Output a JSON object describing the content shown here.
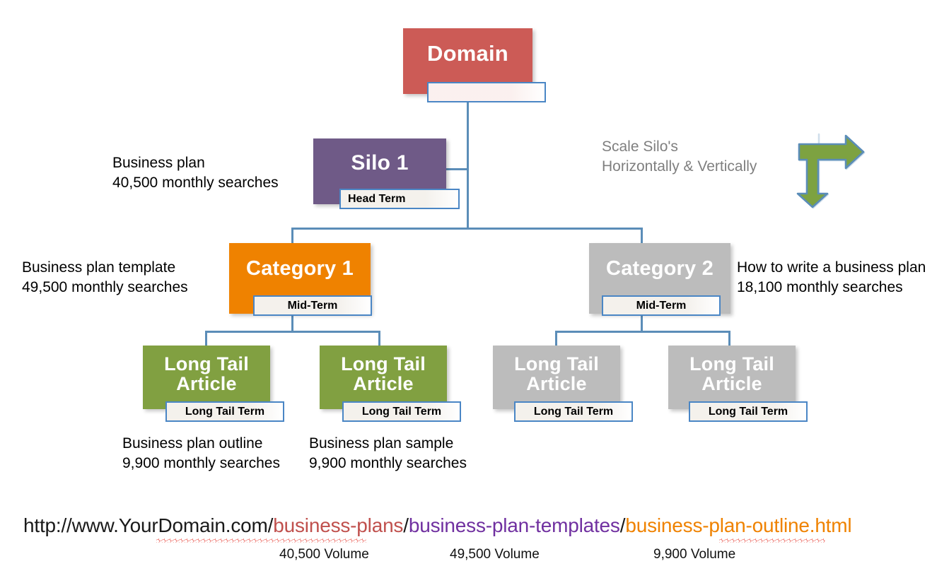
{
  "diagram": {
    "nodes": {
      "domain": {
        "title": "Domain",
        "chip": ""
      },
      "silo1": {
        "title": "Silo 1",
        "chip": "Head Term"
      },
      "category1": {
        "title": "Category 1",
        "chip": "Mid-Term"
      },
      "category2": {
        "title": "Category 2",
        "chip": "Mid-Term"
      },
      "article1": {
        "title": "Long Tail\nArticle",
        "chip": "Long Tail Term"
      },
      "article2": {
        "title": "Long Tail\nArticle",
        "chip": "Long Tail Term"
      },
      "article3": {
        "title": "Long Tail\nArticle",
        "chip": "Long Tail Term"
      },
      "article4": {
        "title": "Long Tail\nArticle",
        "chip": "Long Tail Term"
      }
    },
    "annotations": {
      "silo1": "Business plan\n40,500 monthly searches",
      "category1": "Business plan template\n49,500 monthly searches",
      "category2": "How to write a business plan\n18,100 monthly searches",
      "article1": "Business plan outline\n9,900 monthly searches",
      "article2": "Business plan sample\n9,900 monthly searches"
    },
    "scale_note": "Scale Silo's\nHorizontally & Vertically",
    "colors": {
      "domain": "#cc5b56",
      "silo": "#6f5a87",
      "category1": "#ef8200",
      "category2": "#bcbcbc",
      "article_green": "#81a041",
      "article_gray": "#bcbcbc",
      "connector": "#5b8db8",
      "chip_border": "#4a86c5",
      "scale_note_text": "#7f7f7f",
      "arrow_fill": "#7da241",
      "arrow_outline": "#5b8db8",
      "spellcheck_underline": "#e8453c"
    }
  },
  "url": {
    "base": "http://www.YourDomain.com",
    "slash1": "/",
    "segment1": "business-plans",
    "slash2": "/",
    "segment2": "business-plan-templates",
    "slash3": "/",
    "segment3": "business-plan-outline.html",
    "volumes": [
      "40,500 Volume",
      "49,500 Volume",
      "9,900 Volume"
    ]
  }
}
